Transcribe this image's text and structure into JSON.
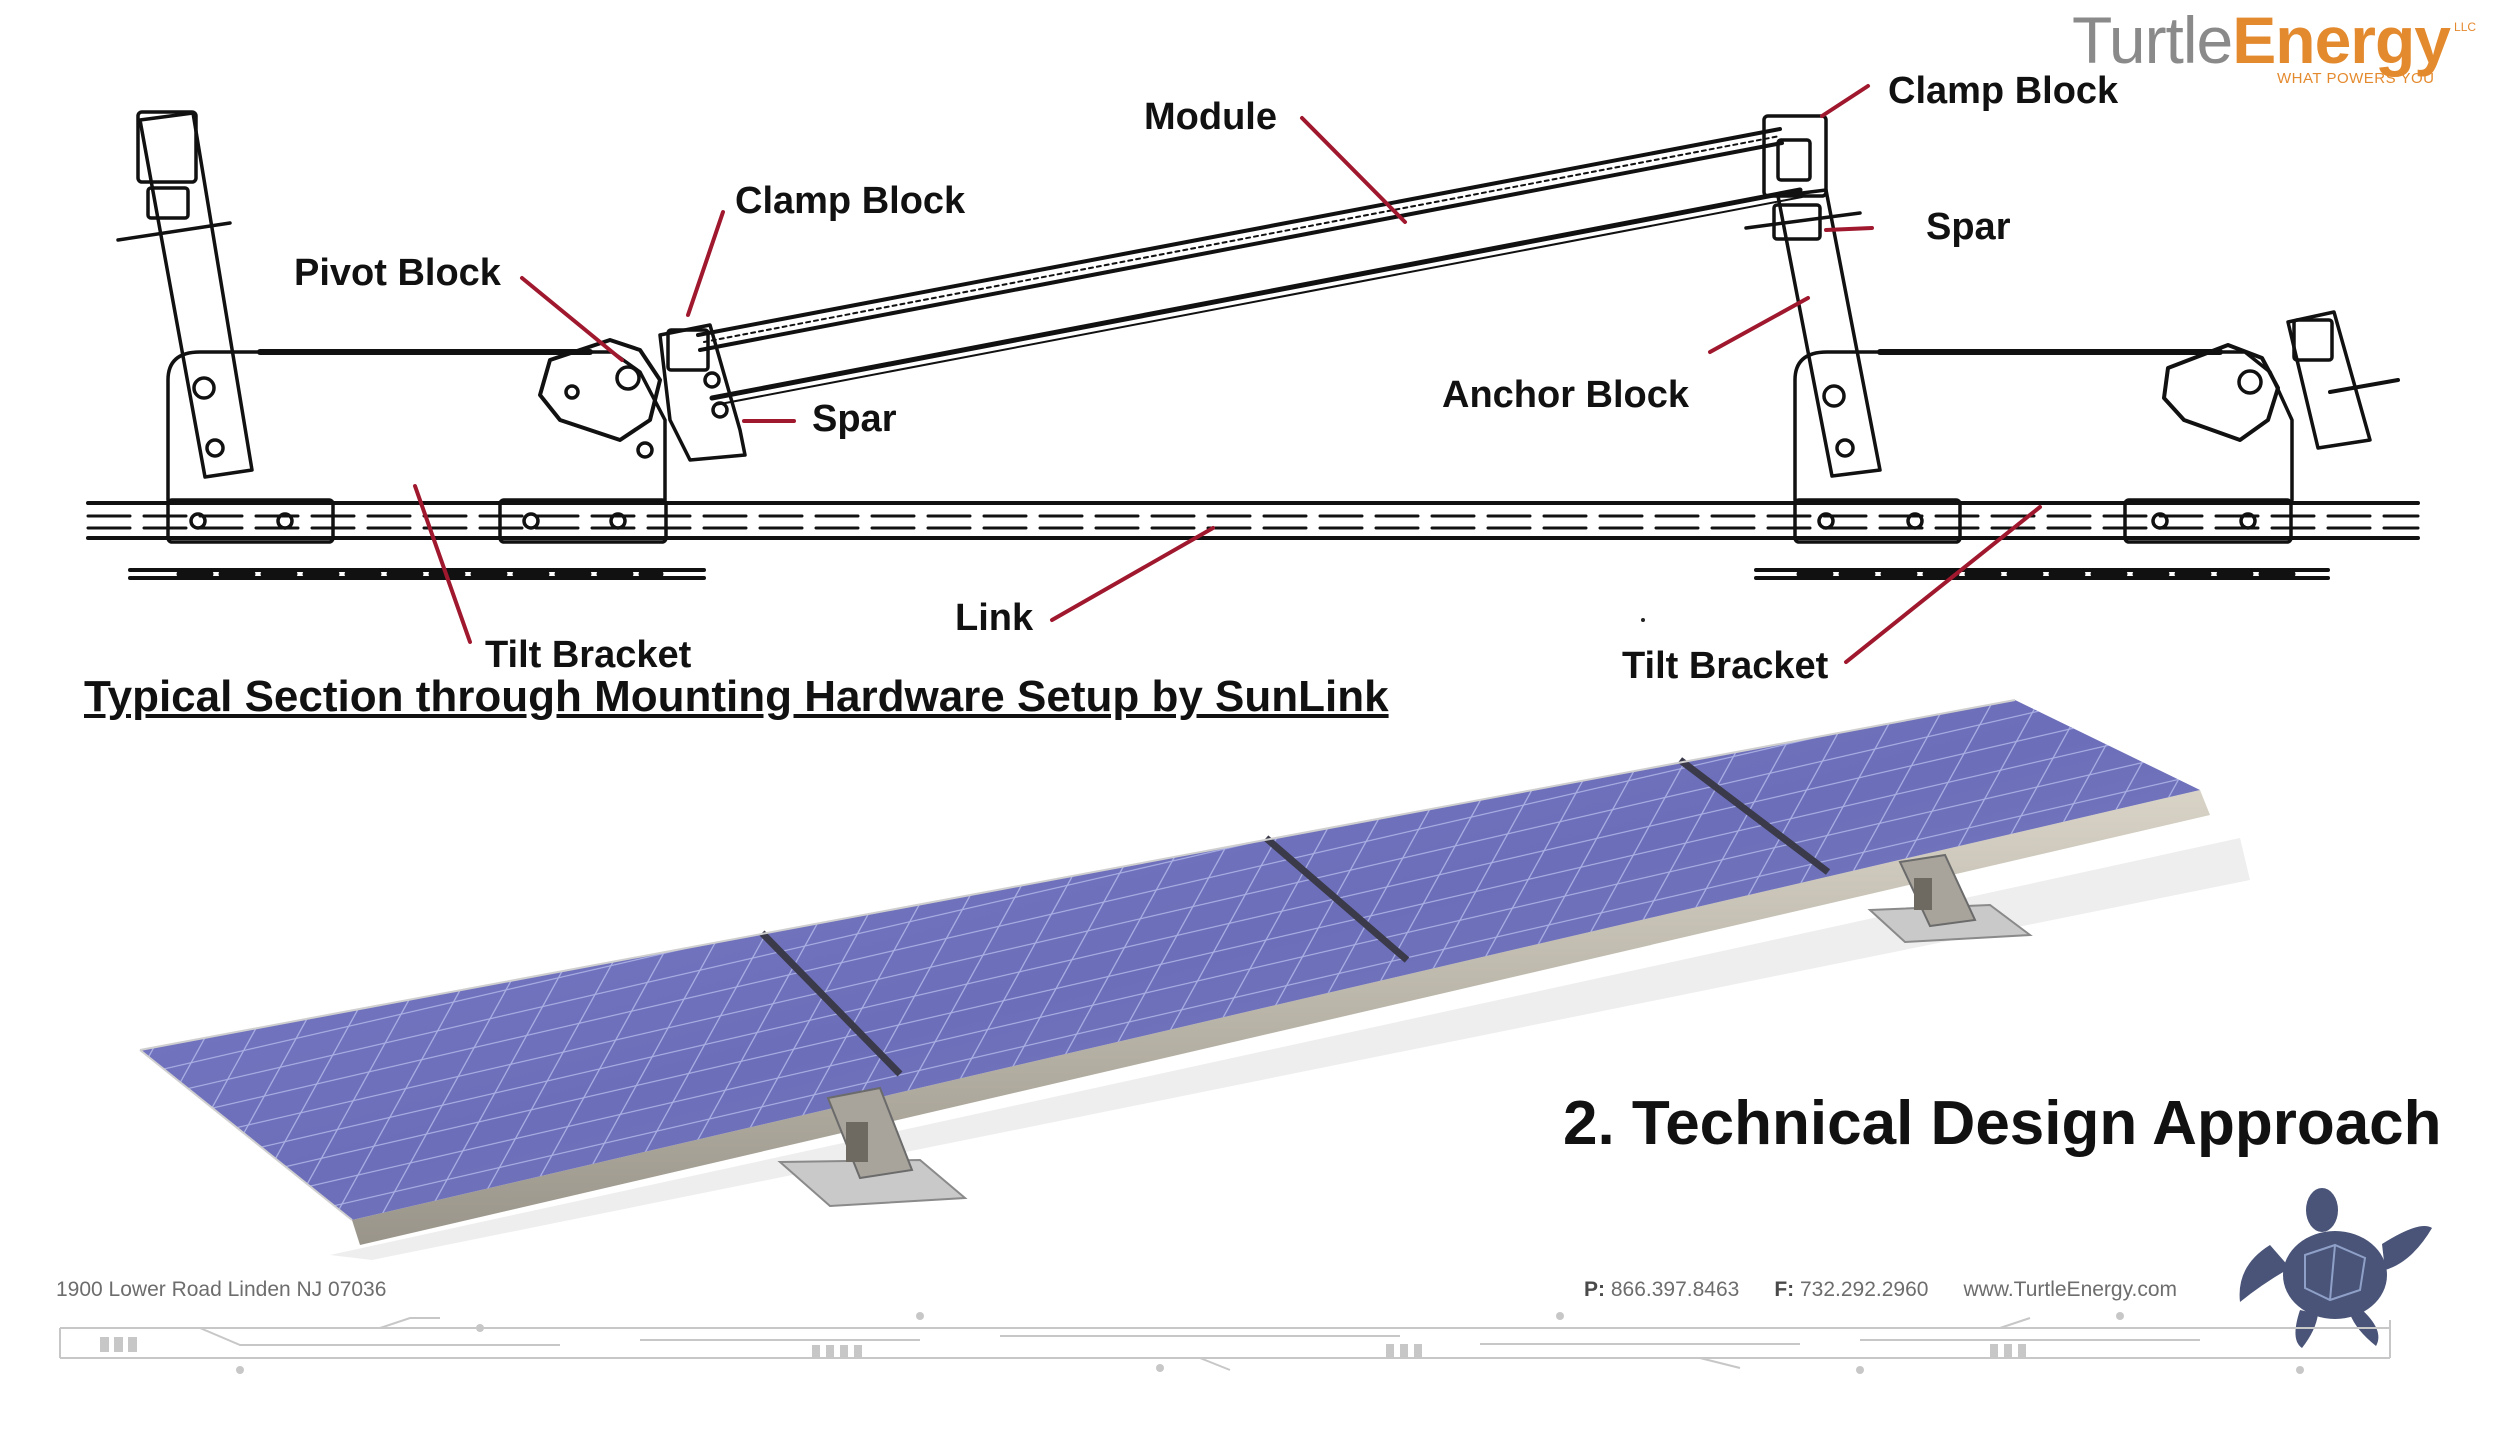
{
  "brand": {
    "name_part1": "Turtle",
    "name_part2": "Energy",
    "suffix": "LLC",
    "tagline": "WHAT POWERS YOU"
  },
  "diagram": {
    "labels": {
      "module": "Module",
      "clamp_block_left": "Clamp Block",
      "clamp_block_right": "Clamp Block",
      "pivot_block": "Pivot Block",
      "spar_left": "Spar",
      "spar_right": "Spar",
      "anchor_block": "Anchor Block",
      "link": "Link",
      "tilt_bracket_left": "Tilt Bracket",
      "tilt_bracket_right": "Tilt Bracket"
    },
    "section_title": "Typical Section through Mounting Hardware Setup by SunLink"
  },
  "page_title": "2. Technical Design Approach",
  "footer": {
    "address": "1900 Lower Road   Linden NJ   07036",
    "phone_label": "P:",
    "phone": "866.397.8463",
    "fax_label": "F:",
    "fax": "732.292.2960",
    "website": "www.TurtleEnergy.com"
  },
  "colors": {
    "leader_line": "#a0182e",
    "brand_orange": "#e48a2e",
    "brand_gray": "#8a8a8a",
    "panel_blue": "#6f70c0",
    "turtle_navy": "#4a5478"
  },
  "icons": {
    "logo": "turtle-logo-icon"
  }
}
